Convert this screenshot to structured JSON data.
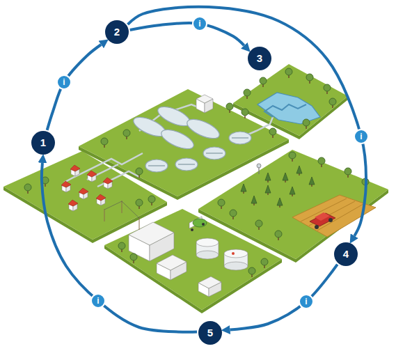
{
  "diagram": {
    "nodes": [
      {
        "text": [
          "1"
        ]
      },
      {
        "text": [
          "2"
        ]
      },
      {
        "text": [
          "3"
        ]
      },
      {
        "text": [
          "4"
        ]
      },
      {
        "text": [
          "5"
        ]
      }
    ],
    "edges": [
      {
        "from": 0,
        "to": 1,
        "arrow": "to",
        "label": "i"
      },
      {
        "from": 1,
        "to": 2,
        "arrow": "to",
        "label": "i"
      },
      {
        "from": 1,
        "to": 3,
        "arrow": "to",
        "label": "i"
      },
      {
        "from": 3,
        "to": 4,
        "arrow": "to",
        "label": "i"
      },
      {
        "from": 4,
        "to": 0,
        "arrow": "to",
        "label": "i"
      }
    ]
  }
}
